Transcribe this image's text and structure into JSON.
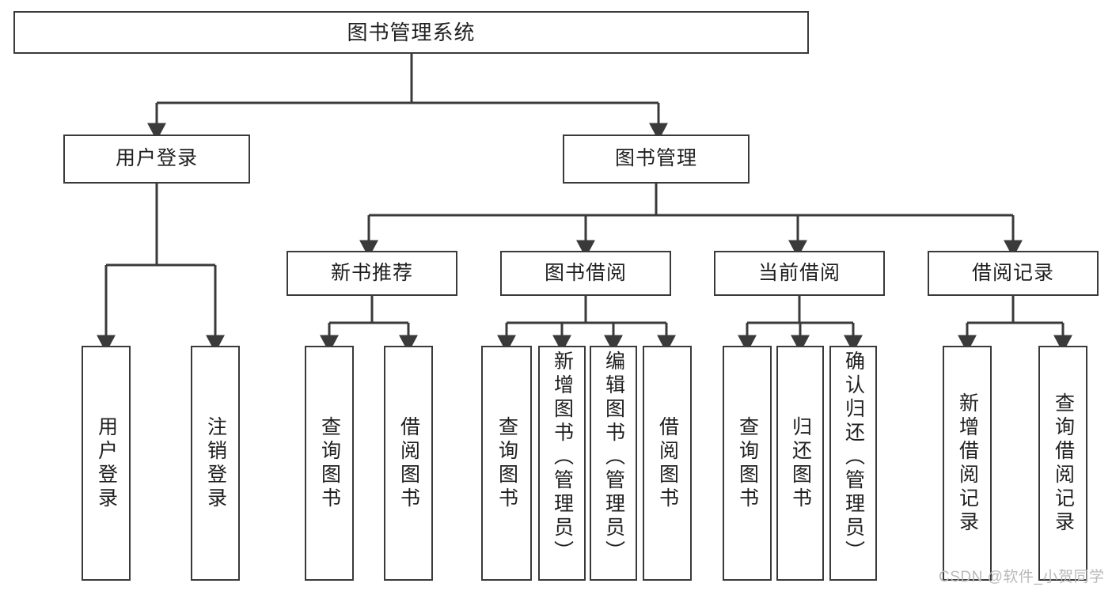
{
  "diagram": {
    "type": "tree-hierarchy-chart",
    "title": "图书管理系统",
    "root": {
      "label": "图书管理系统"
    },
    "level2": [
      {
        "id": "user-login",
        "label": "用户登录"
      },
      {
        "id": "book-management",
        "label": "图书管理"
      }
    ],
    "level3": [
      {
        "id": "new-book-recommend",
        "label": "新书推荐"
      },
      {
        "id": "book-borrow",
        "label": "图书借阅"
      },
      {
        "id": "current-borrow",
        "label": "当前借阅"
      },
      {
        "id": "borrow-record",
        "label": "借阅记录"
      }
    ],
    "leaves": {
      "user_login": [
        {
          "id": "leaf-user-login",
          "label": "用户登录"
        },
        {
          "id": "leaf-logout-login",
          "label": "注销登录"
        }
      ],
      "new_book_recommend": [
        {
          "id": "leaf-query-book-1",
          "label": "查询图书"
        },
        {
          "id": "leaf-borrow-book-1",
          "label": "借阅图书"
        }
      ],
      "book_borrow": [
        {
          "id": "leaf-query-book-2",
          "label": "查询图书"
        },
        {
          "id": "leaf-add-book",
          "label": "新增图书（管理员）"
        },
        {
          "id": "leaf-edit-book",
          "label": "编辑图书（管理员）"
        },
        {
          "id": "leaf-borrow-book-2",
          "label": "借阅图书"
        }
      ],
      "current_borrow": [
        {
          "id": "leaf-query-book-3",
          "label": "查询图书"
        },
        {
          "id": "leaf-return-book",
          "label": "归还图书"
        },
        {
          "id": "leaf-confirm-return",
          "label": "确认归还（管理员）"
        }
      ],
      "borrow_record": [
        {
          "id": "leaf-add-record",
          "label": "新增借阅记录"
        },
        {
          "id": "leaf-query-record",
          "label": "查询借阅记录"
        }
      ]
    }
  },
  "watermark": {
    "text": "CSDN @软件_小贺同学"
  },
  "colors": {
    "stroke": "#3a3a3a",
    "text": "#1f1f1f",
    "background": "#ffffff",
    "watermark": "#b9b9b9"
  }
}
